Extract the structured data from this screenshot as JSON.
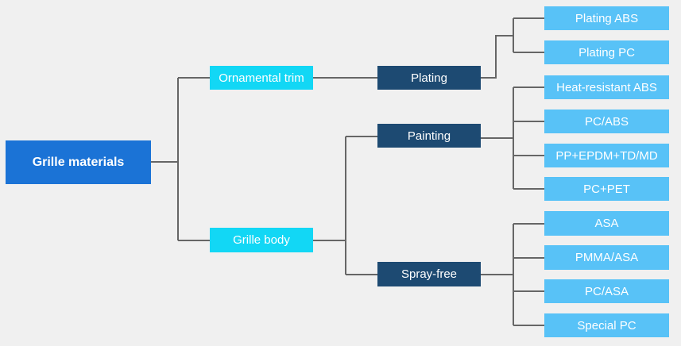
{
  "root": {
    "label": "Grille materials"
  },
  "categories": [
    {
      "label": "Ornamental trim"
    },
    {
      "label": "Grille body"
    }
  ],
  "processes": [
    {
      "label": "Plating"
    },
    {
      "label": "Painting"
    },
    {
      "label": "Spray-free"
    }
  ],
  "materials": {
    "plating": [
      {
        "label": "Plating ABS"
      },
      {
        "label": "Plating PC"
      }
    ],
    "painting": [
      {
        "label": "Heat-resistant ABS"
      },
      {
        "label": "PC/ABS"
      },
      {
        "label": "PP+EPDM+TD/MD"
      },
      {
        "label": "PC+PET"
      }
    ],
    "spray_free": [
      {
        "label": "ASA"
      },
      {
        "label": "PMMA/ASA"
      },
      {
        "label": "PC/ASA"
      },
      {
        "label": "Special PC"
      }
    ]
  },
  "colors": {
    "background": "#f0f0f0",
    "root": "#1b73d6",
    "category": "#12d7f5",
    "process": "#1d4a72",
    "material": "#58c2f7",
    "connector": "#666666"
  }
}
